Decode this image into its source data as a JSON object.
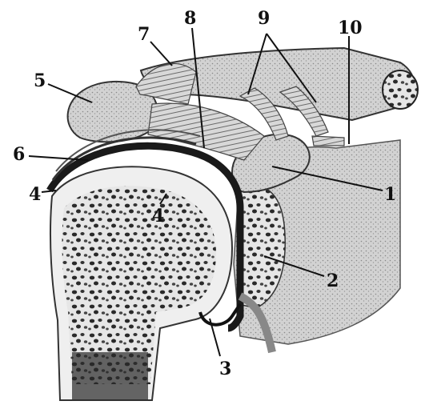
{
  "diagram": {
    "labels": [
      "1",
      "2",
      "3",
      "4",
      "4",
      "5",
      "6",
      "7",
      "8",
      "9",
      "10"
    ]
  },
  "colors": {
    "ink": "#111111",
    "bone_light": "#e8e8e8",
    "bone_mid": "#c9c9c9",
    "bone_dark": "#7a7a7a",
    "cartilage": "#1a1a1a",
    "background": "#ffffff"
  }
}
